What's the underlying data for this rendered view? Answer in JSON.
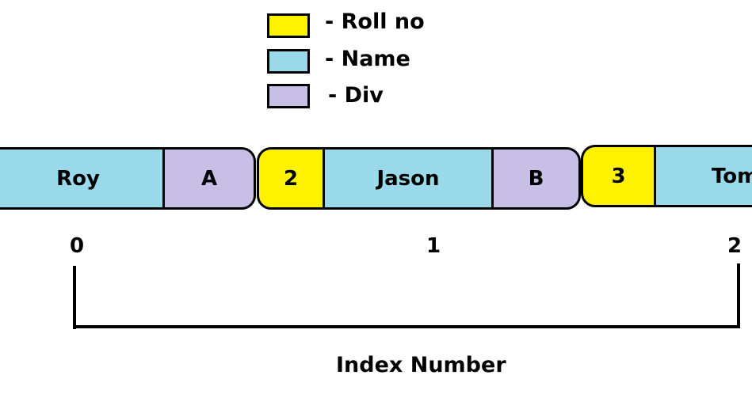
{
  "legend": {
    "roll_no": {
      "label": "- Roll no",
      "color": "#fff200"
    },
    "name": {
      "label": "- Name",
      "color": "#99d9ea"
    },
    "div": {
      "label": "- Div",
      "color": "#c8bfe7"
    }
  },
  "records": [
    {
      "name": "Roy",
      "div": "A"
    },
    {
      "roll_no": "2",
      "name": "Jason",
      "div": "B"
    },
    {
      "roll_no": "3",
      "name": "Tom"
    }
  ],
  "index_labels": [
    "0",
    "1",
    "2"
  ],
  "caption": "Index Number"
}
